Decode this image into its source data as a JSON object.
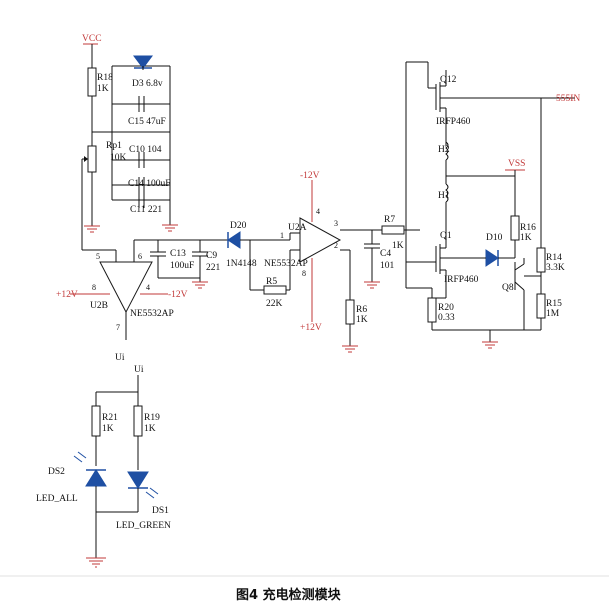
{
  "caption": "图4  充电检测模块",
  "nets": {
    "vcc": "VCC",
    "vss": "VSS",
    "n555": "555IN",
    "ui": "Ui",
    "p12": "+12V",
    "m12": "-12V",
    "p12b": "+12V"
  },
  "components": {
    "r18": "R18",
    "r18v": "1K",
    "d3": "D3",
    "d3v": "6.8v",
    "c15": "C15 47uF",
    "rp1": "Rp1",
    "rp1v": "10K",
    "c10": "C10 104",
    "c14": "C14 100uF",
    "c11": "C11 221",
    "u2b": "U2B",
    "u2bp": "NE5532AP",
    "u2b_p8": "8",
    "u2b_p4": "4",
    "u2b_p5": "5",
    "u2b_p6": "6",
    "u2b_p7": "7",
    "c13": "C13",
    "c13v": "100uF",
    "c9": "C9",
    "c9v": "221",
    "d20": "D20",
    "d20v": "1N4148",
    "u2a": "U2A",
    "u2ap": "NE5532AP",
    "u2a_p1": "1",
    "u2a_p2": "2",
    "u2a_p3": "3",
    "u2a_p4": "4",
    "u2a_p8": "8",
    "r5": "R5",
    "r5v": "22K",
    "r6": "R6",
    "r6v": "1K",
    "r7": "R7",
    "r7v": "1K",
    "c4": "C4",
    "c4v": "101",
    "q12": "Q12",
    "irfp": "IRFP460",
    "h2": "H2",
    "h1": "H1",
    "q1": "Q1",
    "irfp2": "IRFP460",
    "d10": "D10",
    "r16": "R16",
    "r16v": "1K",
    "r14": "R14",
    "r14v": "3.3K",
    "q8": "Q8",
    "r15": "R15",
    "r15v": "1M",
    "r20": "R20",
    "r20v": "0.33",
    "r21": "R21",
    "r21v": "1K",
    "r19": "R19",
    "r19v": "1K",
    "ds2": "DS2",
    "ds2v": "LED_ALL",
    "ds1": "DS1",
    "ds1v": "LED_GREEN"
  }
}
